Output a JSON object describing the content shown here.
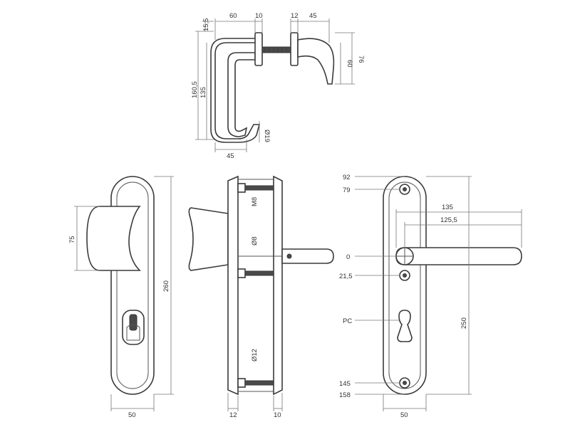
{
  "top_view": {
    "dims": {
      "w60": "60",
      "w10": "10",
      "w12": "12",
      "w45_top": "45",
      "h15_5": "15,5",
      "h160_5": "160,5",
      "h135": "135",
      "h76": "76",
      "h60": "60",
      "d19": "Ø19",
      "w45_bottom": "45"
    }
  },
  "front_view": {
    "dims": {
      "h75": "75",
      "h260": "260",
      "w50": "50"
    }
  },
  "side_view": {
    "dims": {
      "m8_top": "M8",
      "d8": "Ø8",
      "d12": "Ø12",
      "w12": "12",
      "w10": "10"
    }
  },
  "lever_view": {
    "dims": {
      "v92": "92",
      "v79": "79",
      "v135": "135",
      "v125_5": "125,5",
      "v0": "0",
      "v21_5": "21,5",
      "pc": "PC",
      "v250": "250",
      "v145": "145",
      "v158": "158",
      "w50": "50"
    }
  },
  "colors": {
    "line": "#3a3a3a",
    "dimension": "#777777",
    "fill_dark": "#4a4a4a"
  }
}
